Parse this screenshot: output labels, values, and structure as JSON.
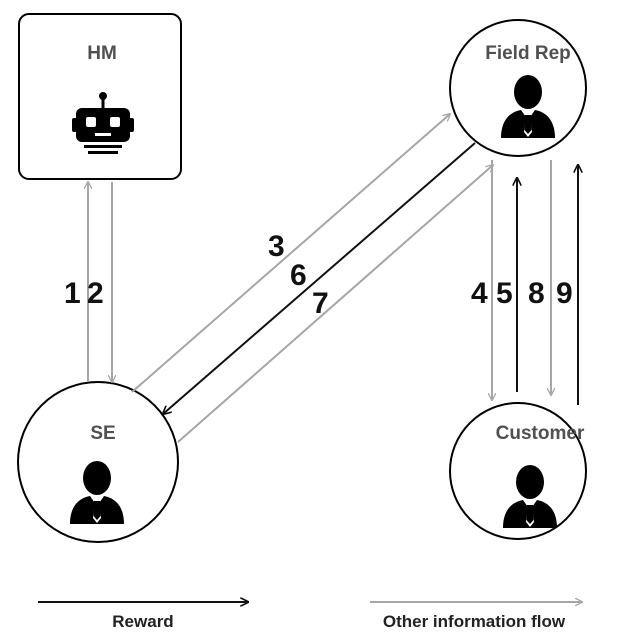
{
  "nodes": {
    "hm": {
      "label": "HM",
      "icon": "robot-icon"
    },
    "field_rep": {
      "label": "Field Rep",
      "icon": "person-icon"
    },
    "se": {
      "label": "SE",
      "icon": "person-icon"
    },
    "customer": {
      "label": "Customer",
      "icon": "person-icon"
    }
  },
  "steps": {
    "s1": "1",
    "s2": "2",
    "s3": "3",
    "s4": "4",
    "s5": "5",
    "s6": "6",
    "s7": "7",
    "s8": "8",
    "s9": "9"
  },
  "legend": {
    "reward": "Reward",
    "other": "Other information flow"
  },
  "colors": {
    "reward": "#111111",
    "other": "#a6a6a6",
    "icon": "#000000",
    "border": "#000000"
  }
}
